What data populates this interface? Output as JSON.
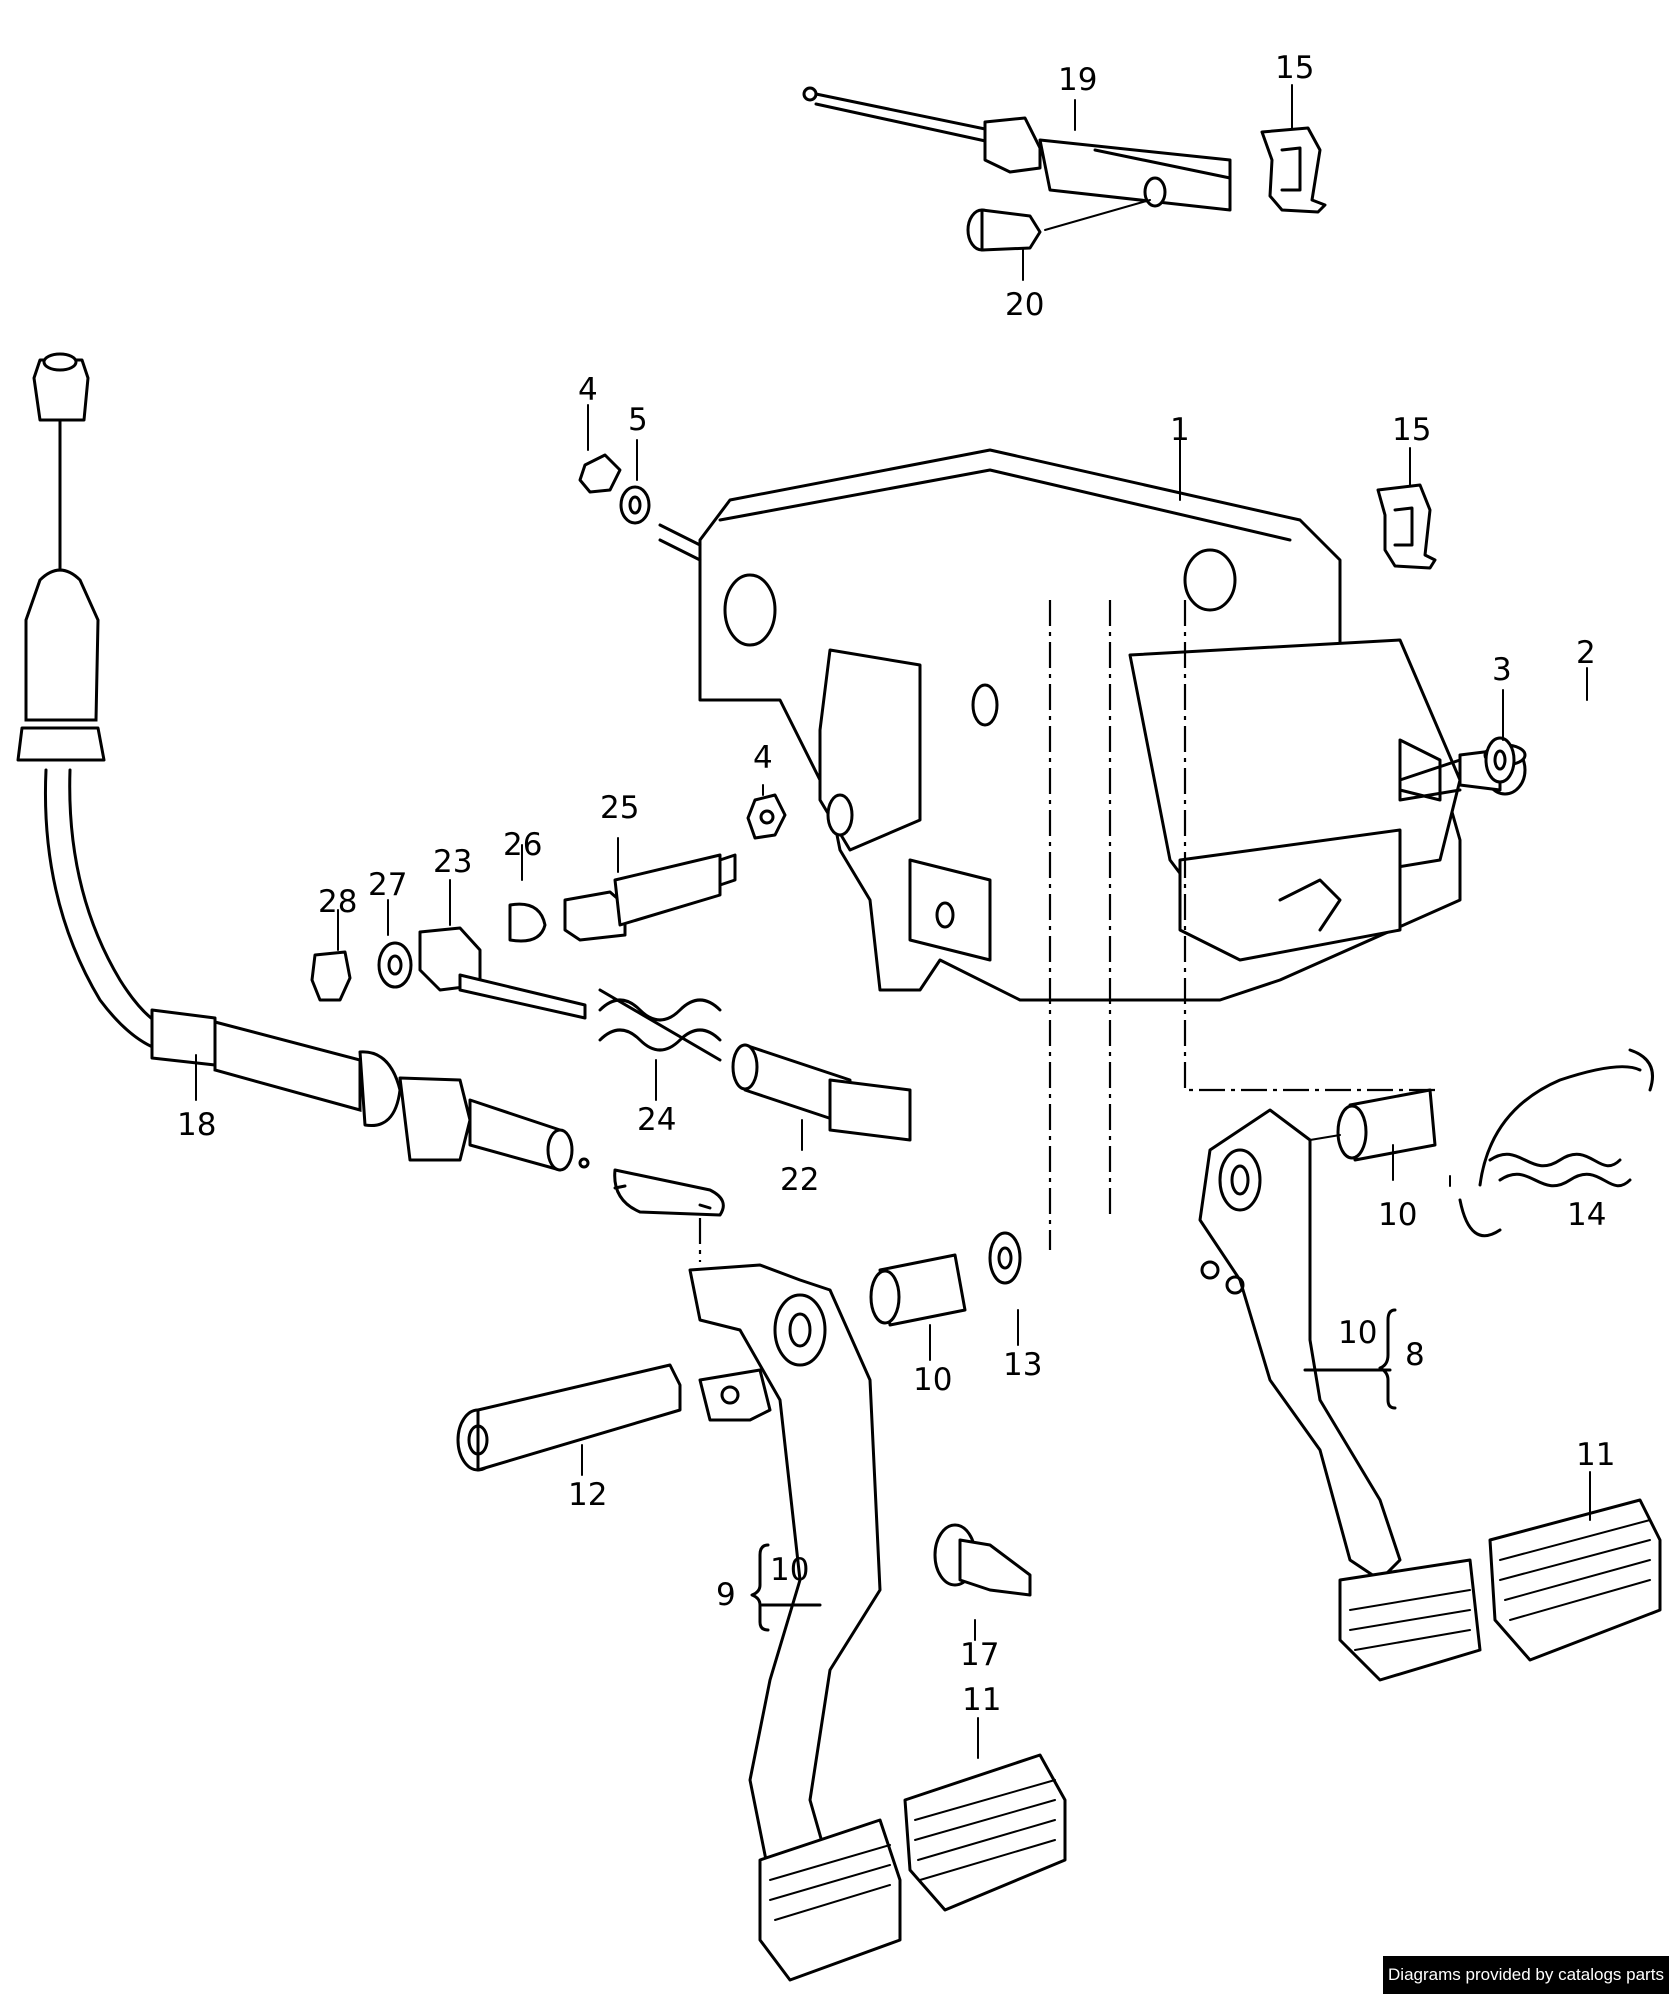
{
  "callouts": {
    "c1": "1",
    "c2": "2",
    "c3": "3",
    "c4a": "4",
    "c4b": "4",
    "c5": "5",
    "c8": "8",
    "c9": "9",
    "c10a": "10",
    "c10b": "10",
    "c10c": "10",
    "c10d": "10",
    "c11a": "11",
    "c11b": "11",
    "c12": "12",
    "c13": "13",
    "c14": "14",
    "c15a": "15",
    "c15b": "15",
    "c17": "17",
    "c18": "18",
    "c19": "19",
    "c20": "20",
    "c22": "22",
    "c23": "23",
    "c24": "24",
    "c25": "25",
    "c26": "26",
    "c27": "27",
    "c28": "28"
  },
  "credit": "Diagrams provided by catalogs parts"
}
